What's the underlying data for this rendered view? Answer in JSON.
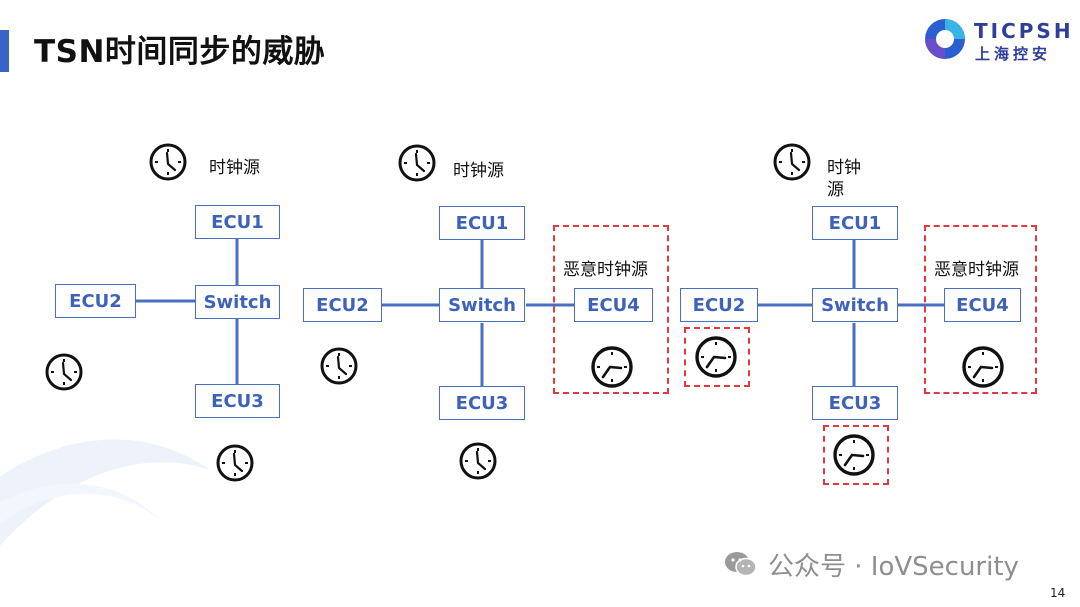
{
  "slide": {
    "title": "TSN时间同步的威胁",
    "page_number": "14",
    "watermark": "公众号 · IoVSecurity",
    "accent_color": "#3a63c8"
  },
  "logo": {
    "name": "TICPSH",
    "subtitle": "上海控安"
  },
  "diagram": {
    "node_color": "#4a6fc0",
    "threat_color": "#e0393f",
    "scenarios": [
      {
        "clock_source_label": "时钟源",
        "switch": "Switch",
        "nodes": [
          "ECU1",
          "ECU2",
          "ECU3"
        ]
      },
      {
        "clock_source_label": "时钟源",
        "switch": "Switch",
        "nodes": [
          "ECU1",
          "ECU2",
          "ECU3",
          "ECU4"
        ],
        "malicious_label": "恶意时钟源"
      },
      {
        "clock_source_label": "时钟源",
        "switch": "Switch",
        "nodes": [
          "ECU1",
          "ECU2",
          "ECU3",
          "ECU4"
        ],
        "malicious_label": "恶意时钟源"
      }
    ]
  },
  "icons": [
    "clock-icon",
    "malicious-clock-icon",
    "wechat-icon"
  ]
}
